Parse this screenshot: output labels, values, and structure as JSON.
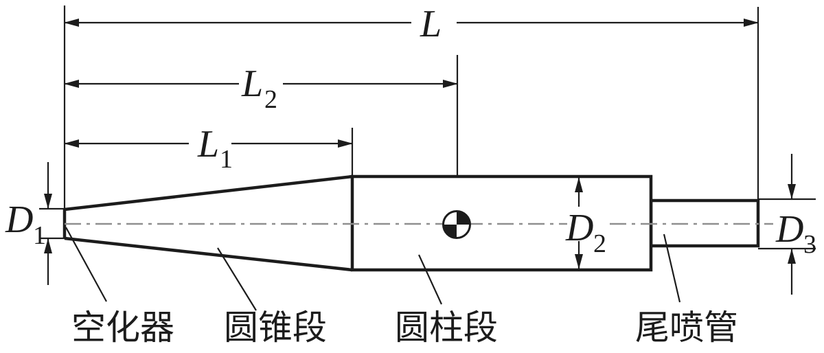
{
  "colors": {
    "line": "#1c1c1c",
    "centerline": "#8f8f8f",
    "background": "#ffffff"
  },
  "dimension_labels": {
    "L": {
      "base": "L"
    },
    "L2": {
      "base": "L",
      "sub": "2"
    },
    "L1": {
      "base": "L",
      "sub": "1"
    },
    "D1": {
      "base": "D",
      "sub": "1"
    },
    "D2": {
      "base": "D",
      "sub": "2"
    },
    "D3": {
      "base": "D",
      "sub": "3"
    }
  },
  "part_labels": {
    "cavitator": "空化器",
    "cone_section": "圆锥段",
    "cylinder_section": "圆柱段",
    "tail_nozzle": "尾喷管"
  },
  "symbols": {
    "center_of_mass": "center-of-mass-marker"
  }
}
